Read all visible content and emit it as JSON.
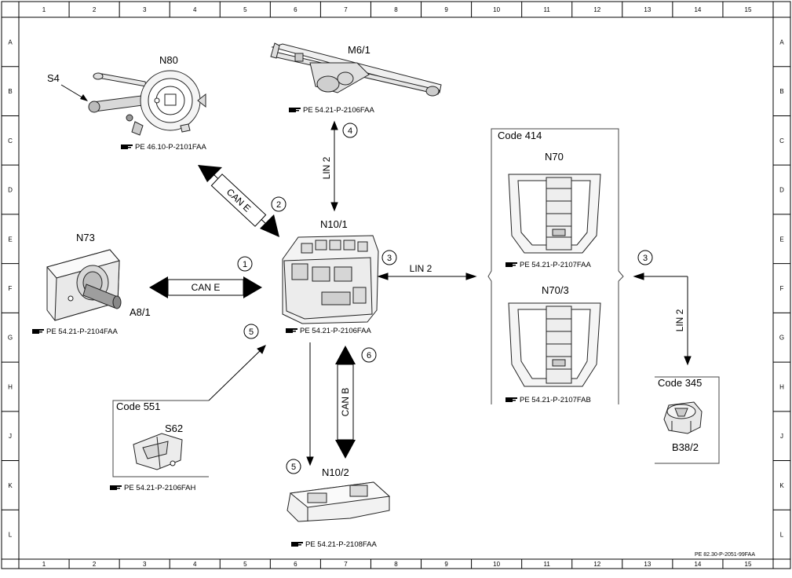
{
  "frame": {
    "columns": [
      "1",
      "2",
      "3",
      "4",
      "5",
      "6",
      "7",
      "8",
      "9",
      "10",
      "11",
      "12",
      "13",
      "14",
      "15"
    ],
    "rows": [
      "A",
      "B",
      "C",
      "D",
      "E",
      "F",
      "G",
      "H",
      "J",
      "K",
      "L"
    ],
    "doc_ref": "PE 82.30-P-2051-99FAA"
  },
  "components": {
    "n80": {
      "label": "N80",
      "ref": "PE 46.10-P-2101FAA"
    },
    "s4": {
      "label": "S4"
    },
    "m6_1": {
      "label": "M6/1",
      "ref": "PE 54.21-P-2106FAA"
    },
    "n73": {
      "label": "N73",
      "ref": "PE 54.21-P-2104FAA"
    },
    "a8_1": {
      "label": "A8/1"
    },
    "n10_1": {
      "label": "N10/1",
      "ref": "PE 54.21-P-2106FAA"
    },
    "n70": {
      "label": "N70",
      "ref": "PE 54.21-P-2107FAA"
    },
    "n70_3": {
      "label": "N70/3",
      "ref": "PE 54.21-P-2107FAB"
    },
    "b38_2": {
      "label": "B38/2"
    },
    "s62": {
      "label": "S62",
      "ref": "PE 54.21-P-2106FAH"
    },
    "n10_2": {
      "label": "N10/2",
      "ref": "PE 54.21-P-2108FAA"
    }
  },
  "groups": {
    "code414": "Code 414",
    "code345": "Code 345",
    "code551": "Code 551"
  },
  "connections": {
    "can_e_upper": "CAN E",
    "can_e_left": "CAN E",
    "lin2_top": "LIN 2",
    "lin2_mid": "LIN 2",
    "lin2_right": "LIN 2",
    "can_b": "CAN B"
  },
  "markers": {
    "m1": "1",
    "m2": "2",
    "m3a": "3",
    "m3b": "3",
    "m4": "4",
    "m5a": "5",
    "m5b": "5",
    "m6": "6"
  }
}
